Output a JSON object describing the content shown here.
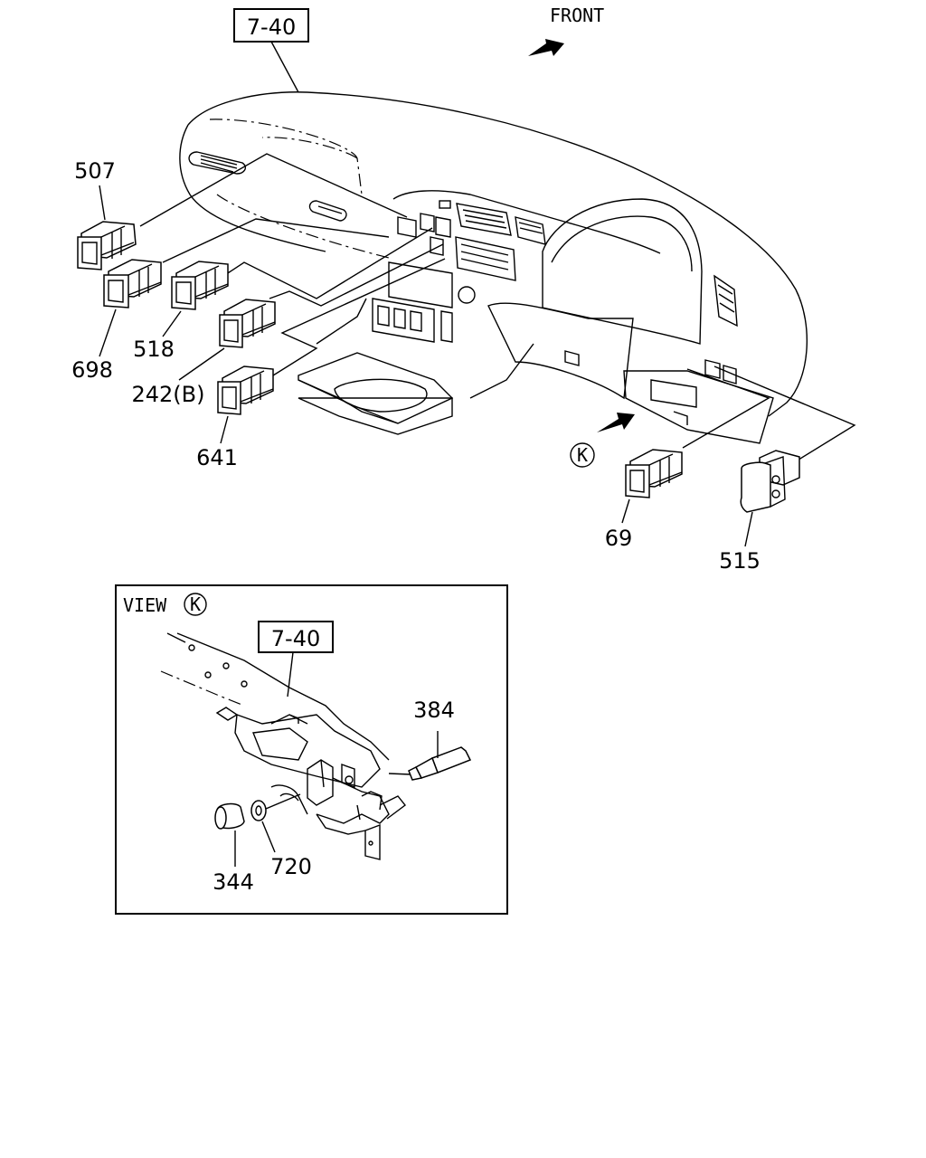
{
  "ref_box_top": "7-40",
  "front_label": "FRONT",
  "view_ref_letter": "K",
  "parts": {
    "p507": "507",
    "p698": "698",
    "p518": "518",
    "p242": "242(B)",
    "p641": "641",
    "p69": "69",
    "p515": "515"
  },
  "view": {
    "title": "VIEW",
    "letter": "K",
    "ref_box": "7-40",
    "parts": {
      "p384": "384",
      "p720": "720",
      "p344": "344"
    }
  }
}
